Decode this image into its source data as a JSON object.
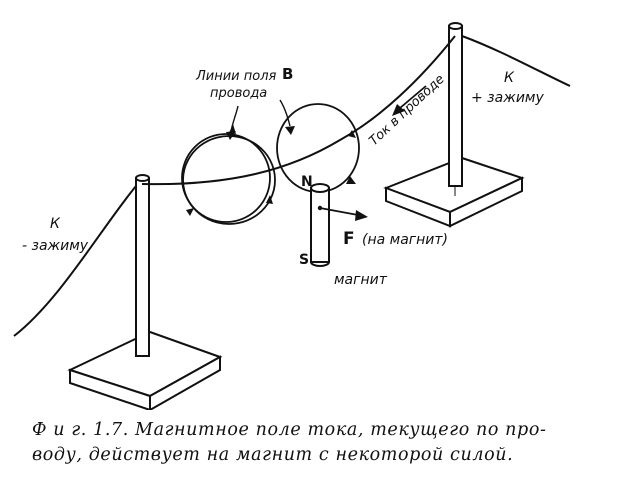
{
  "labels": {
    "field_lines": [
      "Линии поля",
      "провода"
    ],
    "field_symbol": "B",
    "current": "Ток в проводе",
    "plus_terminal": [
      "К",
      "+ зажиму"
    ],
    "minus_terminal": [
      "К",
      "- зажиму"
    ],
    "north": "N",
    "south": "S",
    "force_symbol": "F",
    "force_note": "(на магнит)",
    "magnet": "магнит"
  },
  "caption": {
    "line1": "Ф и г. 1.7. Магнитное поле тока, текущего по про-",
    "line2": "воду, действует на магнит с некоторой силой."
  }
}
